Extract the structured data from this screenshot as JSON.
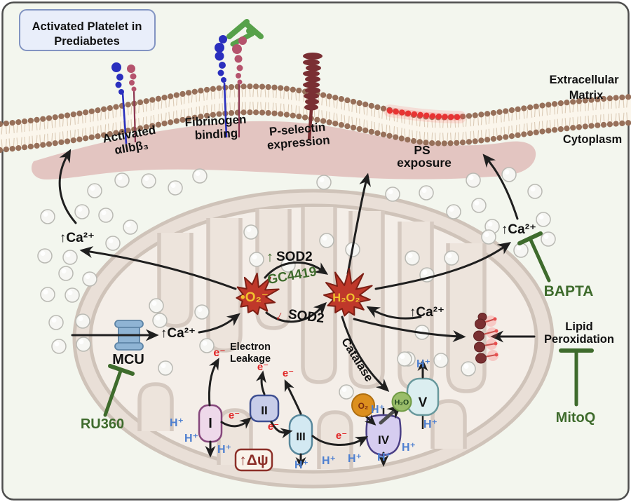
{
  "figure_title": {
    "line1": "Activated Platelet in",
    "line2": "Prediabetes"
  },
  "compartments": {
    "extracellular_line1": "Extracellular",
    "extracellular_line2": "Matrix",
    "cytoplasm": "Cytoplasm"
  },
  "membrane_events": {
    "integrin_line1": "Activated",
    "integrin_line2": "αIIbβ₃",
    "fibrinogen_line1": "Fibrinogen",
    "fibrinogen_line2": "binding",
    "pselectin_line1": "P-selectin",
    "pselectin_line2": "expression",
    "ps_line1": "PS",
    "ps_line2": "exposure"
  },
  "calcium": {
    "mcu": "MCU",
    "ca_up": "↑Ca²⁺"
  },
  "ros": {
    "superoxide": "•O₂⁻",
    "h2o2": "H₂O₂",
    "sod2": "SOD2",
    "up_arrow": "↑",
    "down_arrow": "↓",
    "gc4419": "GC4419",
    "catalase": "Catalase"
  },
  "inhibitors": {
    "ru360": "RU360",
    "bapta": "BAPTA",
    "mitoq": "MitoQ"
  },
  "etc": {
    "complex1": "I",
    "complex2": "II",
    "complex3": "III",
    "complex4": "IV",
    "complex5": "V",
    "o2": "O₂",
    "h2o": "H₂O",
    "h_plus": "H⁺",
    "e_minus": "e⁻",
    "leak_line1": "Electron",
    "leak_line2": "Leakage",
    "delta_psi": "↑Δψ"
  },
  "damage": {
    "lipid_line1": "Lipid",
    "lipid_line2": "Peroxidation"
  },
  "colors": {
    "inhibitor_green": "#3e6b2c",
    "ros_fill": "#bf382a",
    "ros_text": "#f1c12f",
    "proton_blue": "#4d7fd0",
    "electron_red": "#e02525",
    "membrane_brown": "#97705a",
    "ps_red": "#e83333",
    "cytoplasm_pink": "#e3c5c1",
    "delta_psi_red": "#8c2f28",
    "arrow_black": "#1f1f1f"
  }
}
